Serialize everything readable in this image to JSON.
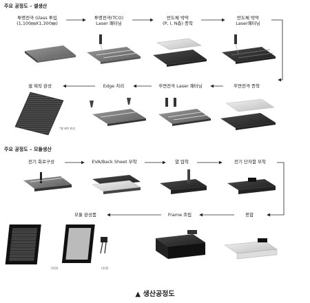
{
  "section_cell": {
    "heading": "주요 공정도 – 셀생산",
    "steps": [
      {
        "label": "투명전극 Glass 투입",
        "sub": "(1,100㎜X1,300㎜)"
      },
      {
        "label": "투명전극(TCO)",
        "sub": "Laser 패터닝"
      },
      {
        "label": "반도체 박막",
        "sub": "(P, I, N층) 증착"
      },
      {
        "label": "반도체 박막",
        "sub": "Laser패터닝"
      },
      {
        "label": "후면전극 증착",
        "sub": ""
      },
      {
        "label": "후면전극 Laser 패터닝",
        "sub": ""
      },
      {
        "label": "Edge 처리",
        "sub": ""
      },
      {
        "label": "셀 제작 완성",
        "sub": ""
      }
    ],
    "note": "*셀 제작 완성"
  },
  "section_module": {
    "heading": "주요 공정도 – 모듈생산",
    "steps": [
      {
        "label": "전기 회로구성"
      },
      {
        "label": "EVA/Back Sheet 부착"
      },
      {
        "label": "열 압착"
      },
      {
        "label": "전기 단자함 부착"
      },
      {
        "label": "봉합"
      },
      {
        "label": "Frame 조립"
      },
      {
        "label": "모듈 완성품"
      }
    ],
    "front_label": "(전면)",
    "back_label": "(후면)"
  },
  "caption": "▲ 생산공정도"
}
